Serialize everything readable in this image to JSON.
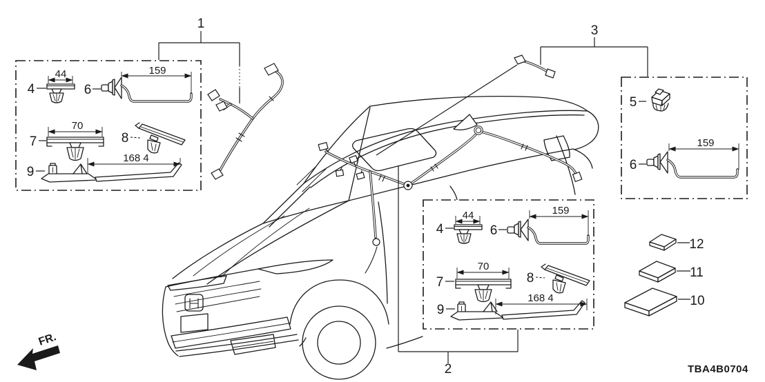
{
  "diagram_code": "TBA4B0704",
  "orientation": {
    "front_label": "FR."
  },
  "callouts": {
    "harness_roof": "1",
    "kit_bottom": "2",
    "harness_rear": "3",
    "pad_large": "10",
    "pad_square": "11",
    "pad_small": "12"
  },
  "kit_left": {
    "part_clip_a": "4",
    "part_grommet": "6",
    "part_clip_b": "7",
    "part_bracket_clip": "8",
    "part_bracket": "9",
    "dim_clip_a": "44",
    "dim_grommet": "159",
    "dim_clip_b": "70",
    "dim_bracket": "168 4"
  },
  "kit_bottom": {
    "part_clip_a": "4",
    "part_grommet": "6",
    "part_clip_b": "7",
    "part_bracket_clip": "8",
    "part_bracket": "9",
    "dim_clip_a": "44",
    "dim_grommet": "159",
    "dim_clip_b": "70",
    "dim_bracket": "168 4"
  },
  "kit_right": {
    "part_clip": "5",
    "part_grommet": "6",
    "dim_grommet": "159"
  }
}
